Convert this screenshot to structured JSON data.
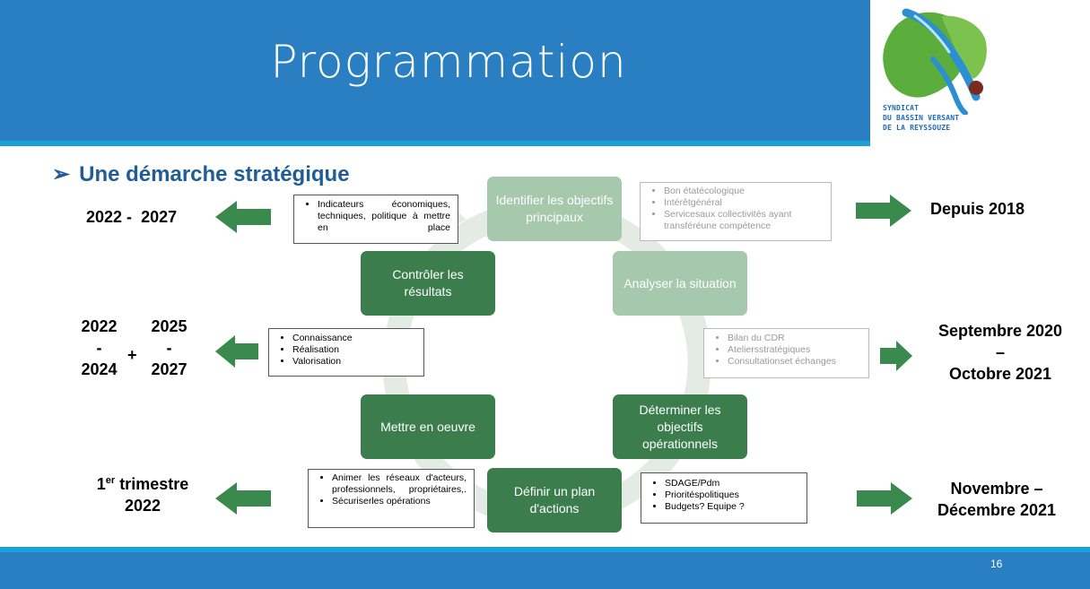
{
  "header": {
    "title": "Programmation"
  },
  "logo": {
    "line1": "SYNDICAT",
    "line2": "DU BASSIN VERSANT",
    "line3": "DE LA REYSSOUZE"
  },
  "subtitle": {
    "bullet": "➢",
    "text": "Une démarche stratégique"
  },
  "cycle": {
    "identify": "Identifier les objectifs principaux",
    "analyze": "Analyser la situation",
    "determine": "Déterminer les objectifs opérationnels",
    "define": "Définir un plan d'actions",
    "implement": "Mettre en oeuvre",
    "control": "Contrôler les résultats"
  },
  "notes": {
    "identify": [
      "Bon étatécologique",
      "Intérêtgénéral",
      "Servicesaux collectivités ayant transféréune compétence"
    ],
    "analyze": [
      "Bilan du CDR",
      "Ateliersstratégiques",
      "Consultationset échanges"
    ],
    "determine": [
      "SDAGE/Pdm",
      "Prioritéspolitiques",
      "Budgets? Equipe ?"
    ],
    "define": [
      "Animer les réseaux d'acteurs, professionnels, propriétaires,.",
      "Sécuriserles opérations"
    ],
    "implement": [
      "Connaissance",
      "Réalisation",
      "Valorisation"
    ],
    "control": [
      "Indicateurs économiques, techniques, politique à mettre en place"
    ]
  },
  "right_labels": {
    "top": "Depuis 2018",
    "middle_l1": "Septembre 2020",
    "middle_l2": "–",
    "middle_l3": "Octobre 2021",
    "bottom_l1": "Novembre –",
    "bottom_l2": "Décembre 2021"
  },
  "left_labels": {
    "top_a": "2022 -",
    "top_b": "2027",
    "mid_a1": "2022",
    "mid_a2": "-",
    "mid_a3": "2024",
    "mid_plus": "+",
    "mid_b1": "2025",
    "mid_b2": "-",
    "mid_b3": "2027",
    "bottom_l1_pre": "1",
    "bottom_l1_sup": "er",
    "bottom_l1_post": " trimestre",
    "bottom_l2": "2022"
  },
  "footer": {
    "page_number": "16"
  },
  "colors": {
    "header_blue": "#2a7fc3",
    "stripe_blue": "#1aa1d8",
    "dark_green": "#3b7d4c",
    "light_green": "#a6c8ac",
    "arrow_green": "#3a8a4e"
  }
}
